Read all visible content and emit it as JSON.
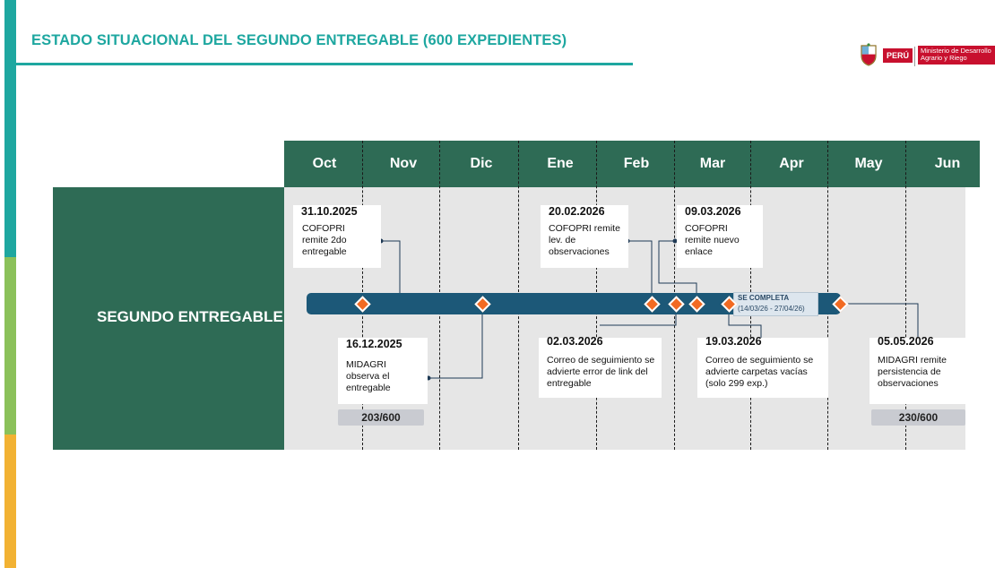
{
  "header": {
    "title": "ESTADO SITUACIONAL DEL SEGUNDO ENTREGABLE (600 EXPEDIENTES)",
    "logo": {
      "country": "PERÚ",
      "ministry": "Ministerio de Desarrollo Agrario y Riego"
    }
  },
  "side_bands": [
    {
      "color": "#1ea7a0"
    },
    {
      "color": "#8bc15a"
    },
    {
      "color": "#f2b233"
    }
  ],
  "timeline": {
    "lane_label": "SEGUNDO ENTREGABLE",
    "months": [
      "Oct",
      "Nov",
      "Dic",
      "Ene",
      "Feb",
      "Mar",
      "Apr",
      "May",
      "Jun"
    ],
    "completion": {
      "title": "SE COMPLETA",
      "range": "(14/03/26 - 27/04/26)"
    },
    "events_top": [
      {
        "date": "31.10.2025",
        "desc": "COFOPRI remite 2do entregable"
      },
      {
        "date": "20.02.2026",
        "desc": "COFOPRI remite lev. de observaciones"
      },
      {
        "date": "09.03.2026",
        "desc": "COFOPRI remite nuevo enlace"
      }
    ],
    "events_bottom": [
      {
        "date": "16.12.2025",
        "desc": "MIDAGRI observa el entregable"
      },
      {
        "date": "02.03.2026",
        "desc": "Correo de seguimiento se advierte error de link del entregable"
      },
      {
        "date": "19.03.2026",
        "desc": "Correo de seguimiento se advierte carpetas vacías (solo 299 exp.)"
      },
      {
        "date": "05.05.2026",
        "desc": "MIDAGRI remite persistencia de observaciones"
      }
    ],
    "counters": [
      "203/600",
      "230/600"
    ]
  }
}
